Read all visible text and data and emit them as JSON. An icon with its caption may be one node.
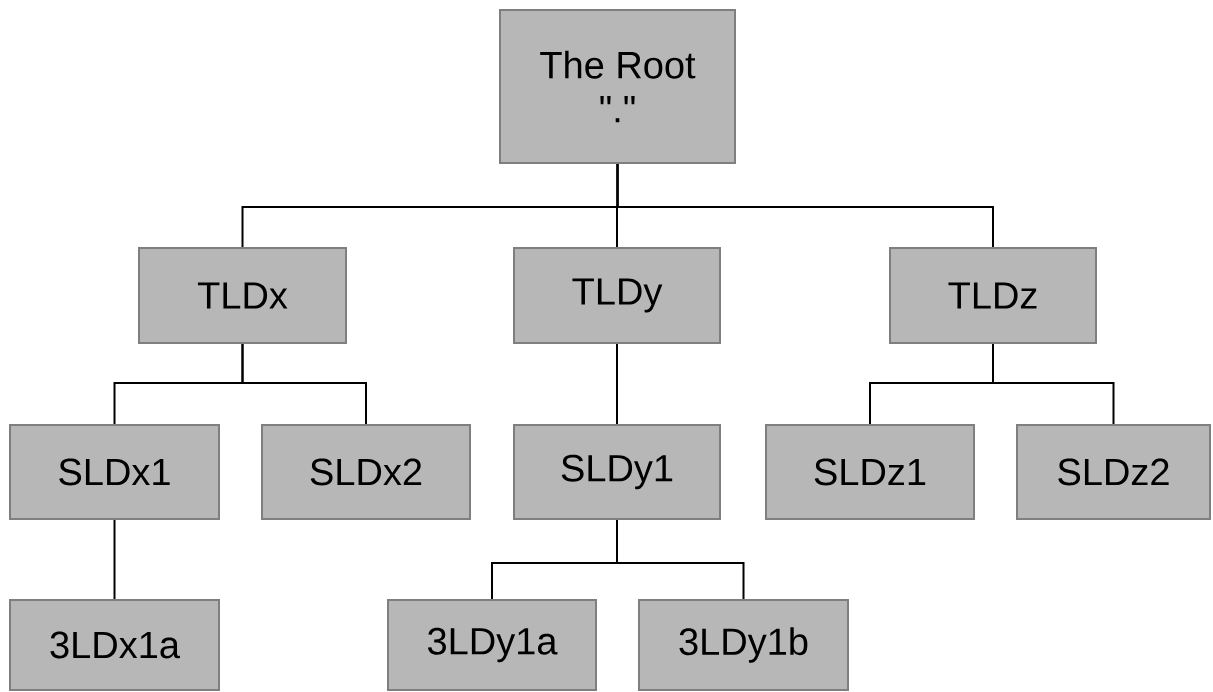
{
  "diagram": {
    "nodes": [
      {
        "text": [
          "The Root",
          "\".\""
        ]
      },
      {
        "text": [
          "TLDx"
        ]
      },
      {
        "text": [
          "TLDy"
        ]
      },
      {
        "text": [
          "TLDz"
        ]
      },
      {
        "text": [
          "SLDx1"
        ]
      },
      {
        "text": [
          "SLDx2"
        ]
      },
      {
        "text": [
          "SLDy1"
        ]
      },
      {
        "text": [
          "SLDz1"
        ]
      },
      {
        "text": [
          "SLDz2"
        ]
      },
      {
        "text": [
          "3LDx1a"
        ]
      },
      {
        "text": [
          "3LDy1a"
        ]
      },
      {
        "text": [
          "3LDy1b"
        ]
      }
    ],
    "edges": [
      {
        "from": 0,
        "to": 1,
        "arrow": "none"
      },
      {
        "from": 0,
        "to": 2,
        "arrow": "none"
      },
      {
        "from": 0,
        "to": 3,
        "arrow": "none"
      },
      {
        "from": 1,
        "to": 4,
        "arrow": "none"
      },
      {
        "from": 1,
        "to": 5,
        "arrow": "none"
      },
      {
        "from": 2,
        "to": 6,
        "arrow": "none"
      },
      {
        "from": 3,
        "to": 7,
        "arrow": "none"
      },
      {
        "from": 3,
        "to": 8,
        "arrow": "none"
      },
      {
        "from": 4,
        "to": 9,
        "arrow": "none"
      },
      {
        "from": 6,
        "to": 10,
        "arrow": "none"
      },
      {
        "from": 6,
        "to": 11,
        "arrow": "none"
      }
    ]
  }
}
